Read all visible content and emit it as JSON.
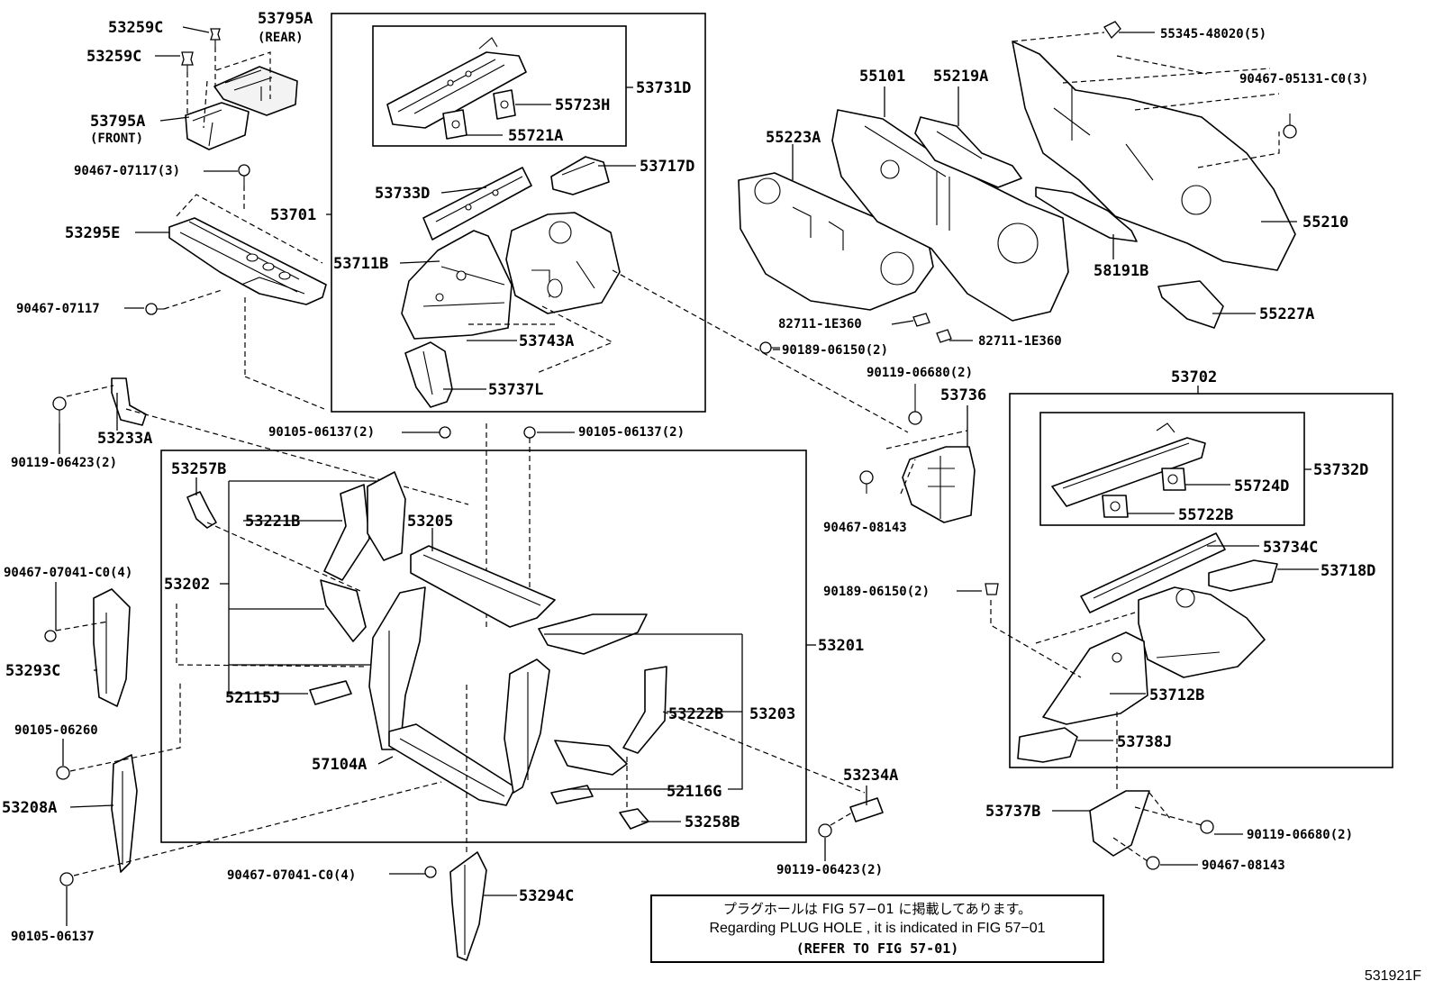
{
  "title": "",
  "figure_code": "531921F",
  "note": {
    "japanese": "プラグホールは FIG 57−01 に掲載してあります。",
    "english": "Regarding PLUG HOLE , it is indicated in FIG 57−01",
    "reference": "(REFER TO FIG 57-01)"
  },
  "labels": [
    {
      "id": "l01",
      "text": "53259C",
      "size": "lg"
    },
    {
      "id": "l02",
      "text": "53795A",
      "size": "lg"
    },
    {
      "id": "l03",
      "text": "(REAR)",
      "size": "sm"
    },
    {
      "id": "l04",
      "text": "53259C",
      "size": "lg"
    },
    {
      "id": "l05",
      "text": "53795A",
      "size": "lg"
    },
    {
      "id": "l06",
      "text": "(FRONT)",
      "size": "sm"
    },
    {
      "id": "l07",
      "text": "90467-07117(3)",
      "size": "sm"
    },
    {
      "id": "l08",
      "text": "53295E",
      "size": "lg"
    },
    {
      "id": "l09",
      "text": "90467-07117",
      "size": "sm"
    },
    {
      "id": "l10",
      "text": "53701",
      "size": "lg"
    },
    {
      "id": "l11",
      "text": "53731D",
      "size": "lg"
    },
    {
      "id": "l12",
      "text": "55723H",
      "size": "lg"
    },
    {
      "id": "l13",
      "text": "55721A",
      "size": "lg"
    },
    {
      "id": "l14",
      "text": "53717D",
      "size": "lg"
    },
    {
      "id": "l15",
      "text": "53733D",
      "size": "lg"
    },
    {
      "id": "l16",
      "text": "53711B",
      "size": "lg"
    },
    {
      "id": "l17",
      "text": "53743A",
      "size": "lg"
    },
    {
      "id": "l18",
      "text": "53737L",
      "size": "lg"
    },
    {
      "id": "l19",
      "text": "55101",
      "size": "lg"
    },
    {
      "id": "l20",
      "text": "55219A",
      "size": "lg"
    },
    {
      "id": "l21",
      "text": "55223A",
      "size": "lg"
    },
    {
      "id": "l22",
      "text": "55345-48020(5)",
      "size": "sm"
    },
    {
      "id": "l23",
      "text": "90467-05131-C0(3)",
      "size": "sm"
    },
    {
      "id": "l24",
      "text": "55210",
      "size": "lg"
    },
    {
      "id": "l25",
      "text": "58191B",
      "size": "lg"
    },
    {
      "id": "l26",
      "text": "55227A",
      "size": "lg"
    },
    {
      "id": "l27",
      "text": "82711-1E360",
      "size": "sm"
    },
    {
      "id": "l28",
      "text": "82711-1E360",
      "size": "sm"
    },
    {
      "id": "l29",
      "text": "90189-06150(2)",
      "size": "sm"
    },
    {
      "id": "l30",
      "text": "90119-06680(2)",
      "size": "sm"
    },
    {
      "id": "l31",
      "text": "53736",
      "size": "lg"
    },
    {
      "id": "l32",
      "text": "90467-08143",
      "size": "sm"
    },
    {
      "id": "l33",
      "text": "53702",
      "size": "lg"
    },
    {
      "id": "l34",
      "text": "53732D",
      "size": "lg"
    },
    {
      "id": "l35",
      "text": "55724D",
      "size": "lg"
    },
    {
      "id": "l36",
      "text": "55722B",
      "size": "lg"
    },
    {
      "id": "l37",
      "text": "53734C",
      "size": "lg"
    },
    {
      "id": "l38",
      "text": "53718D",
      "size": "lg"
    },
    {
      "id": "l39",
      "text": "90189-06150(2)",
      "size": "sm"
    },
    {
      "id": "l40",
      "text": "53712B",
      "size": "lg"
    },
    {
      "id": "l41",
      "text": "53738J",
      "size": "lg"
    },
    {
      "id": "l42",
      "text": "53737B",
      "size": "lg"
    },
    {
      "id": "l43",
      "text": "90119-06680(2)",
      "size": "sm"
    },
    {
      "id": "l44",
      "text": "90467-08143",
      "size": "sm"
    },
    {
      "id": "l45",
      "text": "53233A",
      "size": "lg"
    },
    {
      "id": "l46",
      "text": "90119-06423(2)",
      "size": "sm"
    },
    {
      "id": "l47",
      "text": "90105-06137(2)",
      "size": "sm"
    },
    {
      "id": "l48",
      "text": "90105-06137(2)",
      "size": "sm"
    },
    {
      "id": "l49",
      "text": "53257B",
      "size": "lg"
    },
    {
      "id": "l50",
      "text": "53221B",
      "size": "lg"
    },
    {
      "id": "l51",
      "text": "53205",
      "size": "lg"
    },
    {
      "id": "l52",
      "text": "53202",
      "size": "lg"
    },
    {
      "id": "l53",
      "text": "53201",
      "size": "lg"
    },
    {
      "id": "l54",
      "text": "90467-07041-C0(4)",
      "size": "sm"
    },
    {
      "id": "l55",
      "text": "53293C",
      "size": "lg"
    },
    {
      "id": "l56",
      "text": "52115J",
      "size": "lg"
    },
    {
      "id": "l57",
      "text": "53222B",
      "size": "lg"
    },
    {
      "id": "l58",
      "text": "53203",
      "size": "lg"
    },
    {
      "id": "l59",
      "text": "90105-06260",
      "size": "sm"
    },
    {
      "id": "l60",
      "text": "57104A",
      "size": "lg"
    },
    {
      "id": "l61",
      "text": "52116G",
      "size": "lg"
    },
    {
      "id": "l62",
      "text": "53208A",
      "size": "lg"
    },
    {
      "id": "l63",
      "text": "53258B",
      "size": "lg"
    },
    {
      "id": "l64",
      "text": "53234A",
      "size": "lg"
    },
    {
      "id": "l65",
      "text": "90119-06423(2)",
      "size": "sm"
    },
    {
      "id": "l66",
      "text": "90467-07041-C0(4)",
      "size": "sm"
    },
    {
      "id": "l67",
      "text": "53294C",
      "size": "lg"
    },
    {
      "id": "l68",
      "text": "90105-06137",
      "size": "sm"
    }
  ]
}
